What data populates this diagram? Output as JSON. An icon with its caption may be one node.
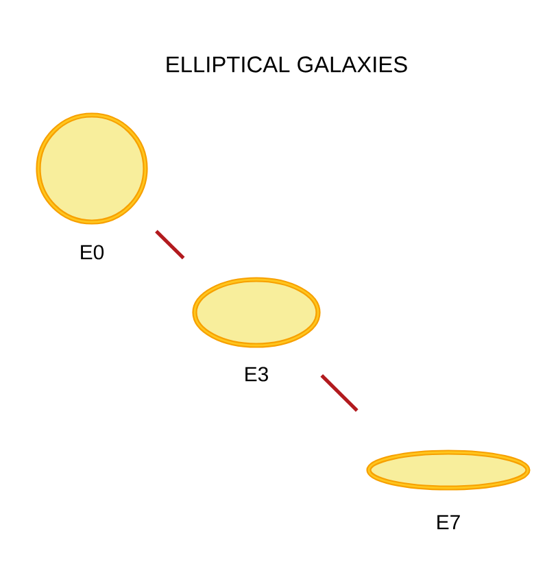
{
  "diagram": {
    "title": "ELLIPTICAL GALAXIES",
    "nodes": [
      {
        "text": [],
        "shape": "circle",
        "beside": [
          "E0"
        ]
      },
      {
        "text": [],
        "shape": "ellipse",
        "beside": [
          "E3"
        ]
      },
      {
        "text": [],
        "shape": "ellipse",
        "beside": [
          "E7"
        ]
      }
    ],
    "edges": [
      {
        "from": 0,
        "to": 1,
        "arrow": "none"
      },
      {
        "from": 1,
        "to": 2,
        "arrow": "none"
      }
    ]
  }
}
